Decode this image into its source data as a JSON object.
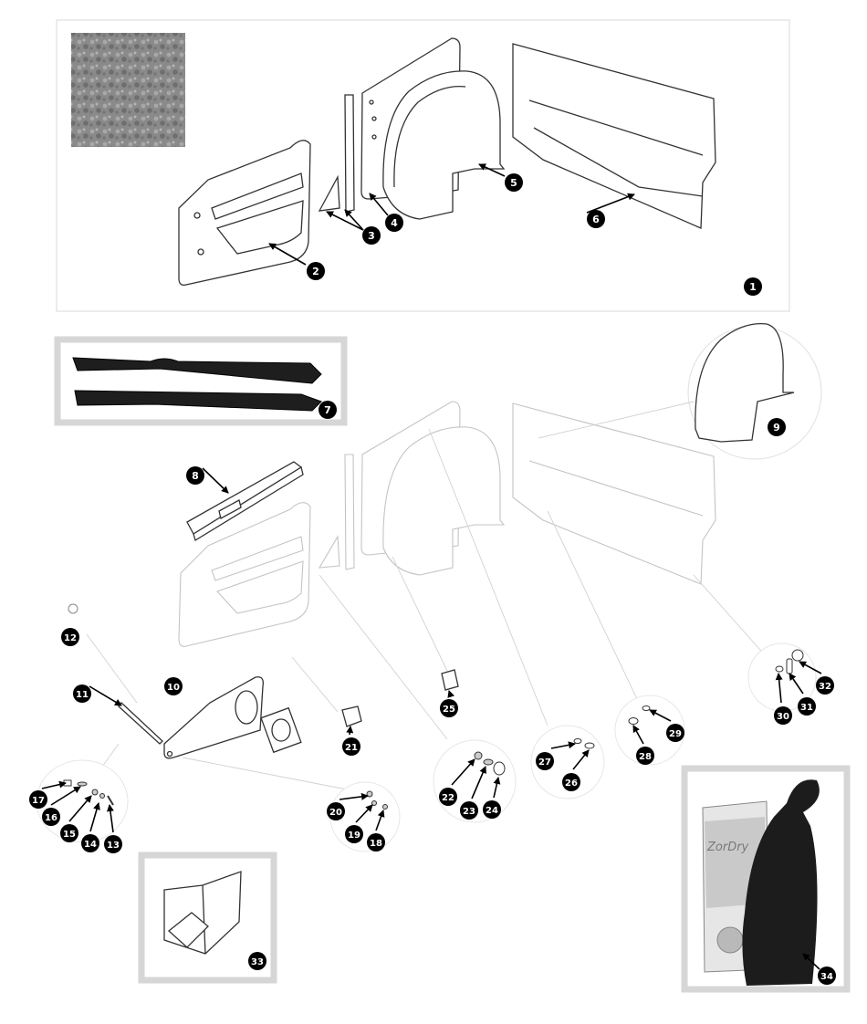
{
  "labels": [
    "1",
    "2",
    "3",
    "4",
    "5",
    "6",
    "7",
    "8",
    "9",
    "10",
    "11",
    "12",
    "13",
    "14",
    "15",
    "16",
    "17",
    "18",
    "19",
    "20",
    "21",
    "22",
    "23",
    "24",
    "25",
    "26",
    "27",
    "28",
    "29",
    "30",
    "31",
    "32",
    "33",
    "34"
  ],
  "packaging": {
    "brand_text": "ZorDry"
  }
}
